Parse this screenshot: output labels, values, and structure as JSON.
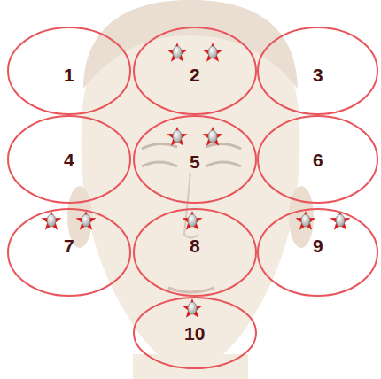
{
  "diagram": {
    "nodes": [
      {
        "text": [
          "1"
        ]
      },
      {
        "text": [
          "2"
        ]
      },
      {
        "text": [
          "3"
        ]
      },
      {
        "text": [
          "4"
        ]
      },
      {
        "text": [
          "5"
        ]
      },
      {
        "text": [
          "6"
        ]
      },
      {
        "text": [
          "7"
        ]
      },
      {
        "text": [
          "8"
        ]
      },
      {
        "text": [
          "9"
        ]
      },
      {
        "text": [
          "10"
        ]
      }
    ]
  }
}
